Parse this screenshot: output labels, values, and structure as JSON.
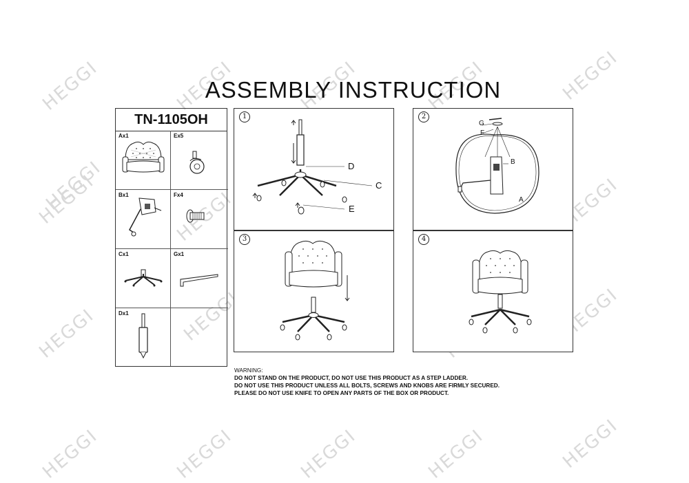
{
  "document": {
    "title": "ASSEMBLY INSTRUCTION",
    "watermark_text": "HEGGI"
  },
  "parts_list": {
    "model": "TN-1105OH",
    "items": [
      {
        "label": "Ax1",
        "icon": "chair-seat-icon"
      },
      {
        "label": "Ex5",
        "icon": "caster-wheel-icon"
      },
      {
        "label": "Bx1",
        "icon": "seat-mechanism-icon"
      },
      {
        "label": "Fx4",
        "icon": "screw-icon"
      },
      {
        "label": "Cx1",
        "icon": "star-base-icon"
      },
      {
        "label": "Gx1",
        "icon": "allen-key-icon"
      },
      {
        "label": "Dx1",
        "icon": "gas-cylinder-icon"
      }
    ]
  },
  "steps": [
    {
      "number": "1",
      "callouts": [
        "D",
        "C",
        "E"
      ]
    },
    {
      "number": "2",
      "callouts": [
        "G",
        "F",
        "B",
        "A"
      ]
    },
    {
      "number": "3",
      "callouts": []
    },
    {
      "number": "4",
      "callouts": []
    }
  ],
  "warning": {
    "heading": "WARNING:",
    "lines": [
      "DO NOT STAND ON THE PRODUCT, DO NOT USE THIS PRODUCT AS A STEP LADDER.",
      "DO NOT USE THIS PRODUCT UNLESS ALL BOLTS, SCREWS AND KNOBS ARE FIRMLY SECURED.",
      "PLEASE DO NOT USE KNIFE TO OPEN ANY PARTS OF THE BOX OR PRODUCT."
    ]
  }
}
